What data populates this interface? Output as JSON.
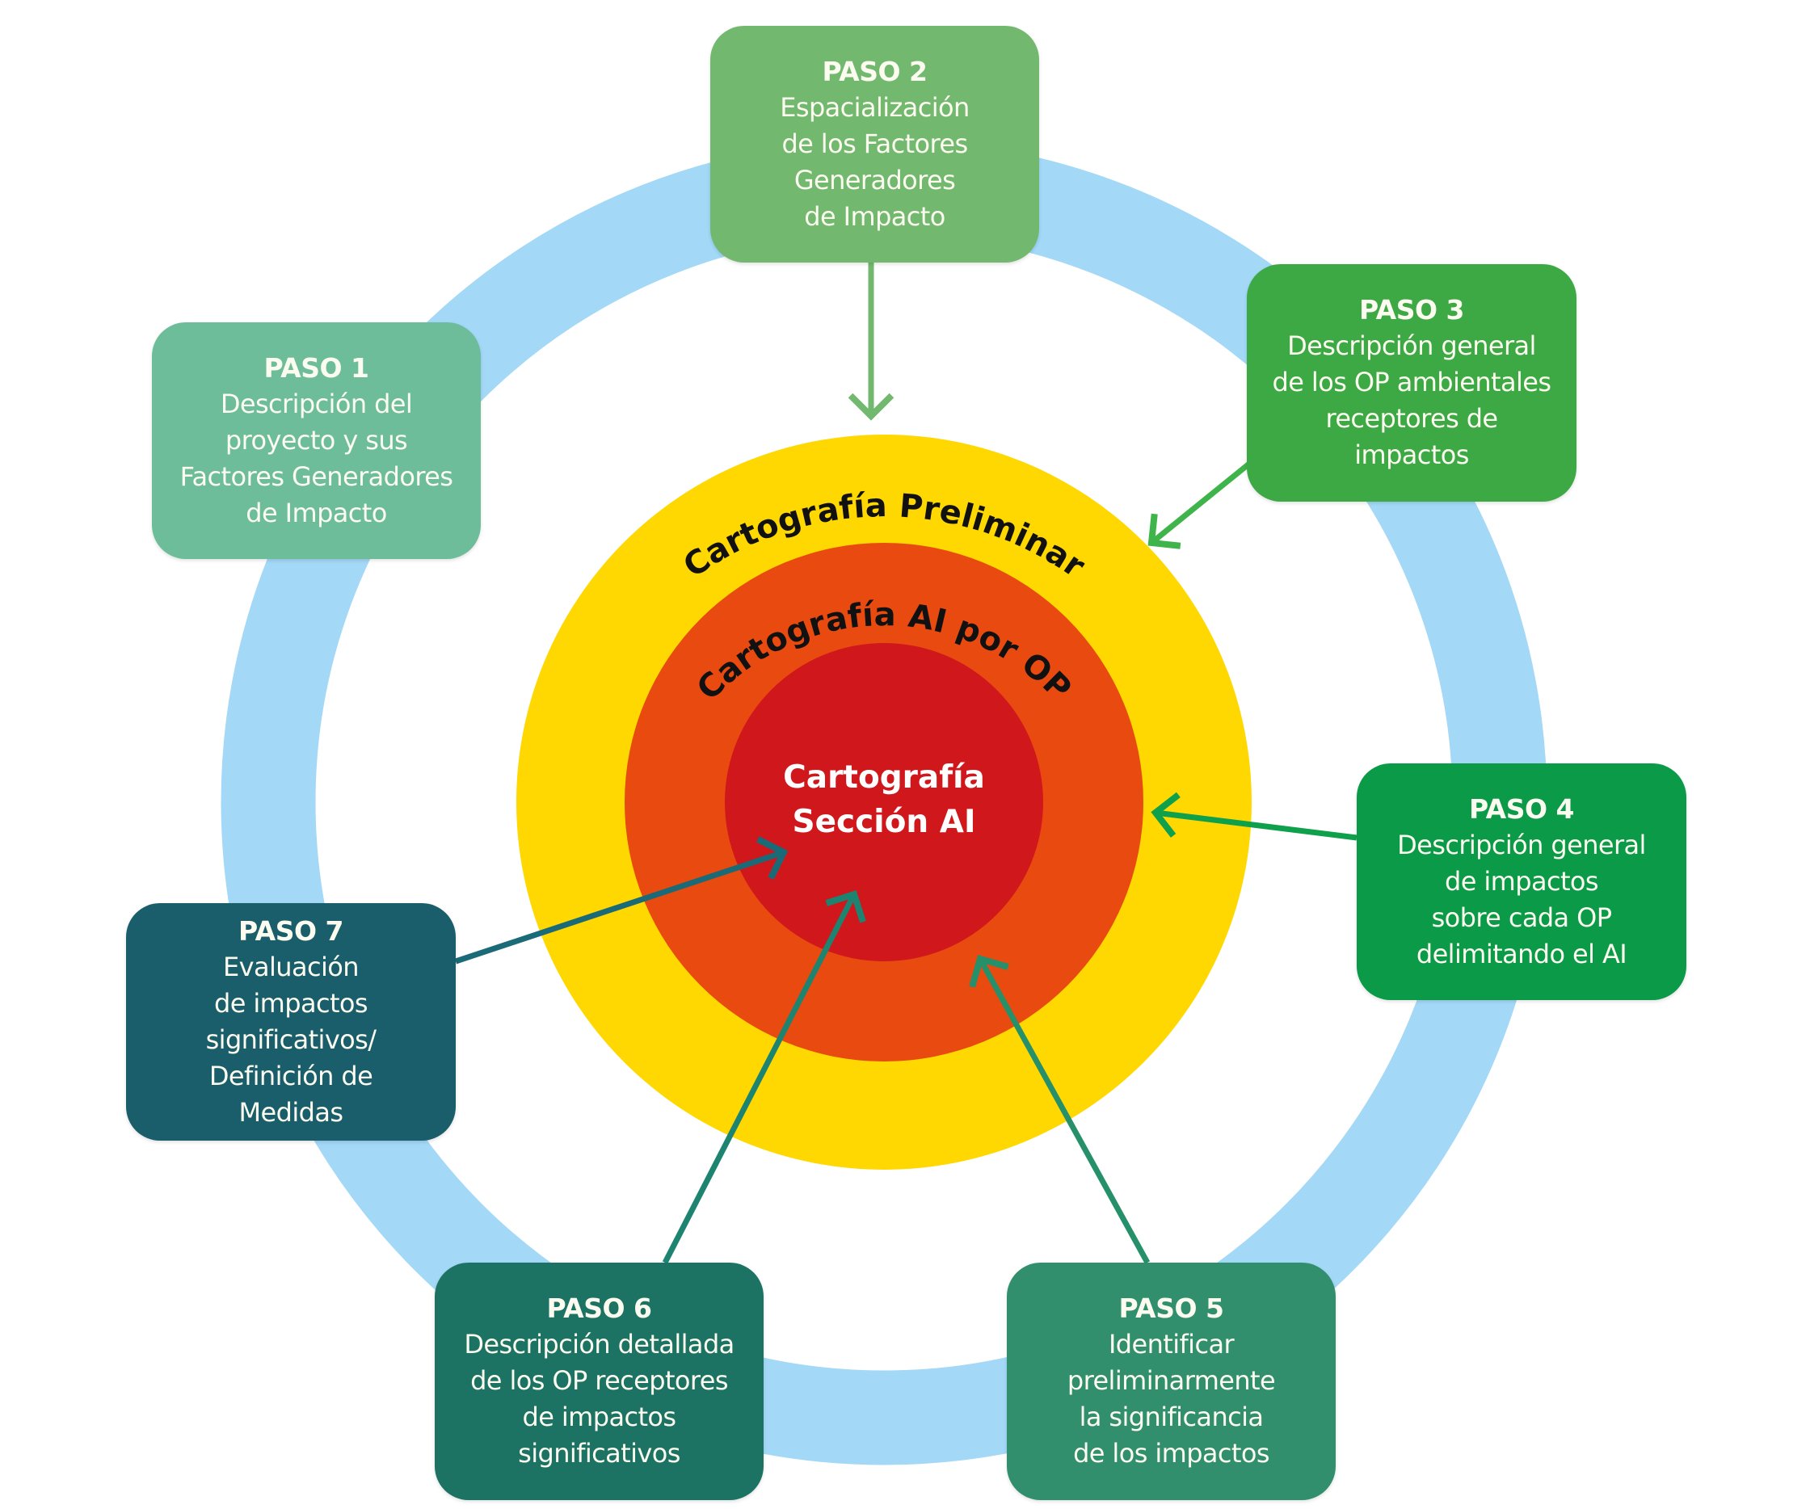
{
  "diagram": {
    "colors": {
      "ring": "#a3d8f7",
      "preliminar": "#fed800",
      "ai_por_op": "#e84a10",
      "seccion_ai": "#cf171c",
      "text_light": "#fbfbef",
      "text_dark": "#111111"
    },
    "layers": {
      "outer_label": "Cartografía Preliminar",
      "middle_label": "Cartografía AI por OP",
      "inner_label_line1": "Cartografía",
      "inner_label_line2": "Sección AI"
    },
    "steps": [
      {
        "id": "p1",
        "title": "PASO 1",
        "lines": [
          "Descripción del",
          "proyecto y sus",
          "Factores Generadores",
          "de Impacto"
        ],
        "color": "#6dbd9b",
        "arrow_target": "none"
      },
      {
        "id": "p2",
        "title": "PASO 2",
        "lines": [
          "Espacialización",
          "de los Factores",
          "Generadores",
          "de Impacto"
        ],
        "color": "#72b96f",
        "arrow_target": "Cartografía Preliminar",
        "arrow_color": "#72b96f"
      },
      {
        "id": "p3",
        "title": "PASO 3",
        "lines": [
          "Descripción general",
          "de los OP ambientales",
          "receptores de",
          "impactos"
        ],
        "color": "#3ca945",
        "arrow_target": "Cartografía Preliminar",
        "arrow_color": "#3eb44a"
      },
      {
        "id": "p4",
        "title": "PASO 4",
        "lines": [
          "Descripción general",
          "de impactos",
          "sobre cada OP",
          "delimitando el AI"
        ],
        "color": "#0a9a48",
        "arrow_target": "Cartografía AI por OP",
        "arrow_color": "#0fa04c"
      },
      {
        "id": "p5",
        "title": "PASO 5",
        "lines": [
          "Identificar",
          "preliminarmente",
          "la significancia",
          "de los impactos"
        ],
        "color": "#318f6d",
        "arrow_target": "Cartografía AI por OP",
        "arrow_color": "#25906a"
      },
      {
        "id": "p6",
        "title": "PASO 6",
        "lines": [
          "Descripción detallada",
          "de los OP receptores",
          "de impactos",
          "significativos"
        ],
        "color": "#1c7363",
        "arrow_target": "Cartografía Sección AI",
        "arrow_color": "#1c8470"
      },
      {
        "id": "p7",
        "title": "PASO 7",
        "lines": [
          "Evaluación",
          "de impactos",
          "significativos/",
          "Definición de",
          "Medidas"
        ],
        "color": "#1a5e6b",
        "arrow_target": "Cartografía Sección AI",
        "arrow_color": "#1b6a78"
      }
    ]
  }
}
